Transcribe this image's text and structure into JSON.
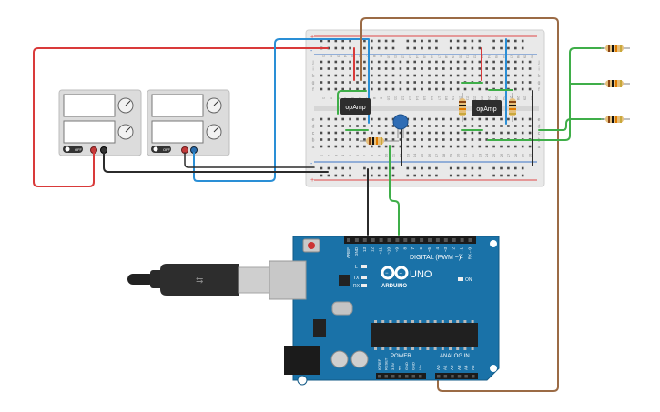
{
  "breadboard": {
    "row_letters": [
      "j",
      "i",
      "h",
      "g",
      "f",
      "e",
      "d",
      "c",
      "b",
      "a"
    ],
    "column_numbers": [
      "1",
      "2",
      "3",
      "4",
      "5",
      "6",
      "7",
      "8",
      "9",
      "10",
      "11",
      "12",
      "13",
      "14",
      "15",
      "16",
      "17",
      "18",
      "19",
      "20",
      "21",
      "22",
      "23",
      "24",
      "25",
      "26",
      "27",
      "28",
      "29",
      "30"
    ]
  },
  "power_supplies": [
    {
      "button_label": "OFF"
    },
    {
      "button_label": "OFF"
    }
  ],
  "opamps": [
    {
      "label": "opAmp"
    },
    {
      "label": "opAmp"
    }
  ],
  "arduino": {
    "brand": "ARDUINO",
    "model": "UNO",
    "digital_header": "DIGITAL (PWM ~)",
    "power_header": "POWER",
    "analog_header": "ANALOG IN",
    "on_label": "ON",
    "led_labels": [
      "L",
      "TX",
      "RX"
    ],
    "digital_pins": [
      "AREF",
      "GND",
      "13",
      "12",
      "~11",
      "~10",
      "~9",
      "8",
      "7",
      "~6",
      "~5",
      "4",
      "~3",
      "2",
      "TX→1",
      "RX←0"
    ],
    "power_pins": [
      "IOREF",
      "RESET",
      "3.3V",
      "5V",
      "GND",
      "GND",
      "Vin"
    ],
    "analog_pins": [
      "A0",
      "A1",
      "A2",
      "A3",
      "A4",
      "A5"
    ]
  },
  "colors": {
    "wire_red": "#d93a3a",
    "wire_black": "#2b2b2b",
    "wire_blue": "#2a8fd6",
    "wire_green": "#3fae49",
    "wire_brown": "#9b6b45",
    "arduino_blue": "#1a72a8",
    "breadboard": "#e8e8e8"
  }
}
